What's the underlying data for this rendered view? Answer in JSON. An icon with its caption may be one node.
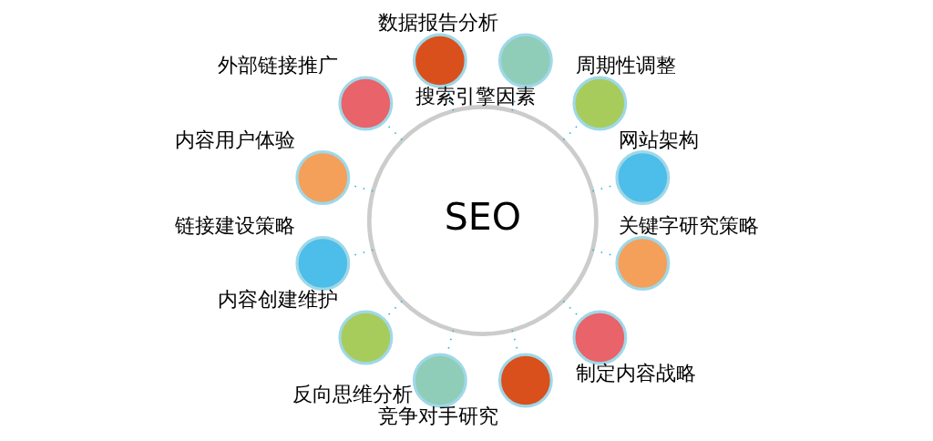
{
  "diagram": {
    "nodes": [
      {
        "text": [
          "SEO"
        ]
      },
      {
        "text": [],
        "shape": "circle",
        "beside": [
          "网站架构"
        ]
      },
      {
        "text": [],
        "shape": "circle",
        "beside": [
          "周期性调整"
        ]
      },
      {
        "text": [],
        "shape": "circle",
        "beside": [
          "数据报告分析"
        ]
      },
      {
        "text": [],
        "shape": "circle",
        "beside": [
          "搜索引擎因素"
        ]
      },
      {
        "text": [],
        "shape": "circle",
        "beside": [
          "外部链接推广"
        ]
      },
      {
        "text": [],
        "shape": "circle",
        "beside": [
          "内容用户体验"
        ]
      },
      {
        "text": [],
        "shape": "circle",
        "beside": [
          "链接建设策略"
        ]
      },
      {
        "text": [],
        "shape": "circle",
        "beside": [
          "内容创建维护"
        ]
      },
      {
        "text": [],
        "shape": "circle",
        "beside": [
          "反向思维分析"
        ]
      },
      {
        "text": [],
        "shape": "circle",
        "beside": [
          "竞争对手研究"
        ]
      },
      {
        "text": [],
        "shape": "circle",
        "beside": [
          "制定内容战略"
        ]
      },
      {
        "text": [],
        "shape": "circle",
        "beside": [
          "关键字研究策略"
        ]
      }
    ],
    "edges": [
      {
        "from": 0,
        "to": 1,
        "arrow": "none",
        "style": "dashed"
      },
      {
        "from": 0,
        "to": 2,
        "arrow": "none",
        "style": "dashed"
      },
      {
        "from": 0,
        "to": 3,
        "arrow": "none",
        "style": "dashed"
      },
      {
        "from": 0,
        "to": 4,
        "arrow": "none",
        "style": "dashed"
      },
      {
        "from": 0,
        "to": 5,
        "arrow": "none",
        "style": "dashed"
      },
      {
        "from": 0,
        "to": 6,
        "arrow": "none",
        "style": "dashed"
      },
      {
        "from": 0,
        "to": 7,
        "arrow": "none",
        "style": "dashed"
      },
      {
        "from": 0,
        "to": 8,
        "arrow": "none",
        "style": "dashed"
      },
      {
        "from": 0,
        "to": 9,
        "arrow": "none",
        "style": "dashed"
      },
      {
        "from": 0,
        "to": 10,
        "arrow": "none",
        "style": "dashed"
      },
      {
        "from": 0,
        "to": 11,
        "arrow": "none",
        "style": "dashed"
      },
      {
        "from": 0,
        "to": 12,
        "arrow": "none",
        "style": "dashed"
      }
    ]
  }
}
